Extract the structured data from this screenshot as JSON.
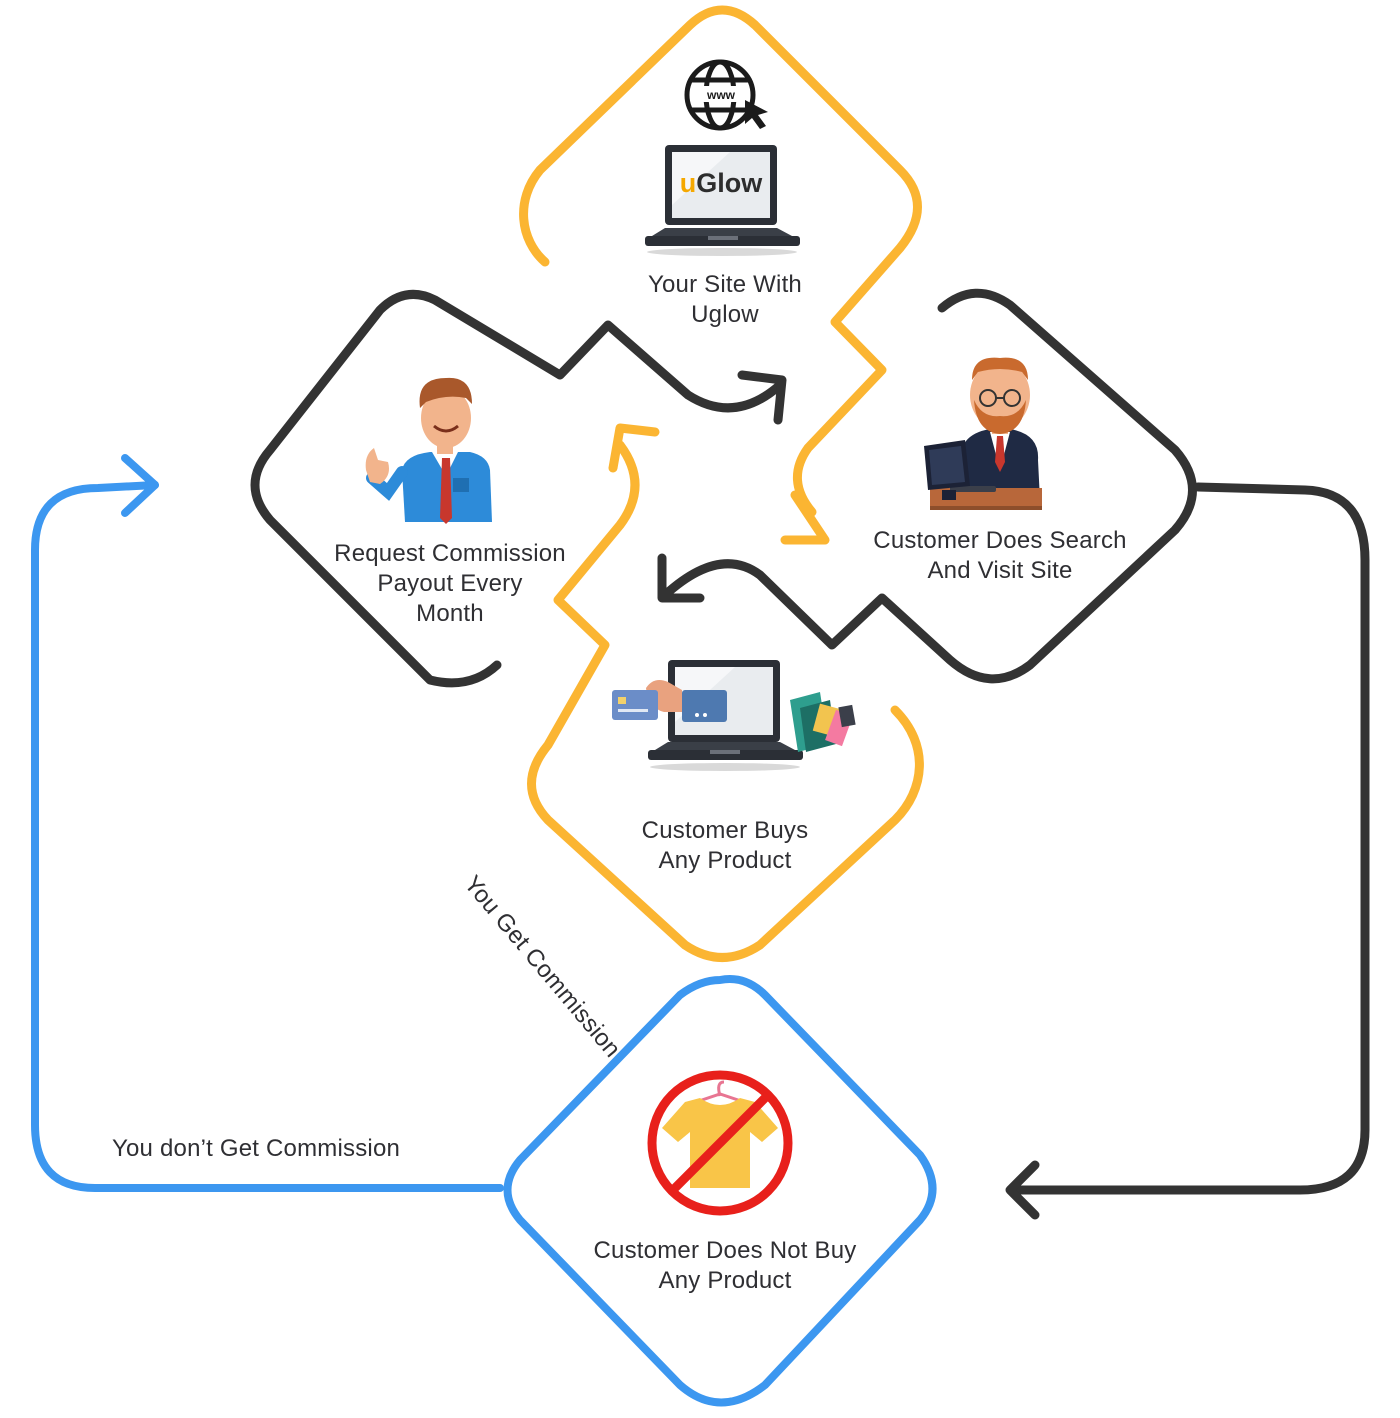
{
  "colors": {
    "yellow_loop": "#fbb532",
    "dark_loop": "#333333",
    "blue_loop": "#3c97f0",
    "no_sign_red": "#e8201b",
    "shirt_yellow": "#f9c548"
  },
  "nodes": {
    "site": {
      "icon": "www-globe-laptop-icon",
      "logo_u": "u",
      "logo_rest": "Glow",
      "line1": "Your Site With",
      "line2": "Uglow"
    },
    "search": {
      "icon": "man-at-computer-icon",
      "line1": "Customer Does Search",
      "line2": "And Visit Site"
    },
    "buys": {
      "icon": "laptop-card-payment-icon",
      "line1": "Customer Buys",
      "line2": "Any Product"
    },
    "request": {
      "icon": "thumbs-up-man-icon",
      "line1": "Request Commission",
      "line2": "Payout Every",
      "line3": "Month"
    },
    "notbuy": {
      "icon": "no-shirt-icon",
      "line1": "Customer Does Not Buy",
      "line2": "Any Product"
    }
  },
  "edges": {
    "get_commission": "You Get Commission",
    "no_commission": "You don’t Get Commission"
  }
}
